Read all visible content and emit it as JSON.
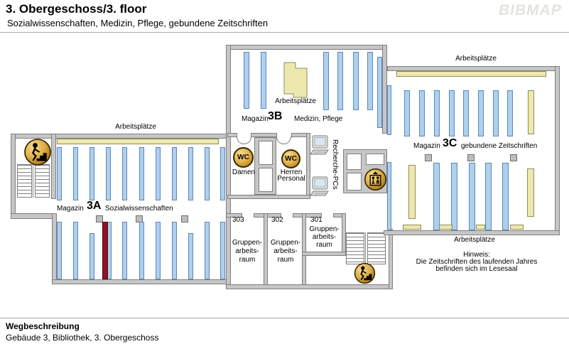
{
  "header": {
    "title": "3. Obergeschoss/3. floor",
    "subtitle": "Sozialwissenschaften, Medizin, Pflege, gebundene Zeitschriften",
    "logo": "BIBMAP"
  },
  "plan": {
    "arbeitsplaetze": "Arbeitsplätze",
    "magazin": "Magazin",
    "area_a": {
      "code": "3A",
      "subject": "Sozialwissenschaften"
    },
    "area_b": {
      "code": "3B",
      "subject": "Medizin, Pflege"
    },
    "area_c": {
      "code": "3C",
      "subject": "gebundene Zeitschriften"
    },
    "wc": {
      "symbol": "WC",
      "damen": "Damen",
      "herren": "Herren",
      "personal": "Personal"
    },
    "recherche_pcs": "Recherche-PCs",
    "group_rooms": {
      "r303": {
        "number": "303",
        "line1": "Gruppen-",
        "line2": "arbeits-",
        "line3": "raum"
      },
      "r302": {
        "number": "302",
        "line1": "Gruppen-",
        "line2": "arbeits-",
        "line3": "raum"
      },
      "r301": {
        "number": "301",
        "line1": "Gruppen-",
        "line2": "arbeits-",
        "line3": "raum"
      }
    },
    "hinweis": {
      "title": "Hinweis:",
      "line1": "Die Zeitschriften des laufenden Jahres",
      "line2": "befinden sich im Lesesaal"
    }
  },
  "footer": {
    "heading": "Wegbeschreibung",
    "text": "Gebäude 3, Bibliothek, 3. Obergeschoss"
  },
  "colors": {
    "shelf_blue": "#aed0ef",
    "shelf_border": "#5c87b5",
    "highlight_red": "#8e1322",
    "furniture_yellow": "#ede8ad",
    "wall_gray": "#c6c6c6",
    "icon_gold": "#dca63e",
    "logo_gray": "#e3e3df"
  }
}
